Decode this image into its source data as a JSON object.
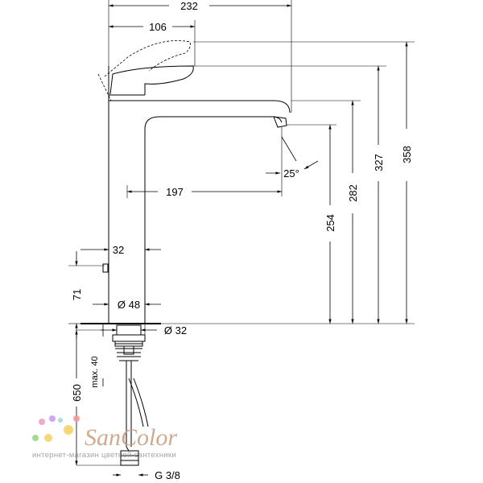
{
  "dimensions": {
    "d232": "232",
    "d106": "106",
    "d358": "358",
    "d327": "327",
    "d282": "282",
    "d254": "254",
    "angle": "25°",
    "d197": "197",
    "d32_lever": "32",
    "d71": "71",
    "dia48": "Ø 48",
    "dia32": "Ø 32",
    "max40": "max. 40",
    "d650": "650",
    "g38": "G 3/8"
  },
  "watermark": {
    "brand": "SanColor",
    "tagline": "интернет-магазин цветной сантехники",
    "dot_colors": [
      "#f2a0c8",
      "#c8a0f0",
      "#a0d8f0",
      "#f5d36a",
      "#9ad48a",
      "#f29a9a"
    ]
  }
}
